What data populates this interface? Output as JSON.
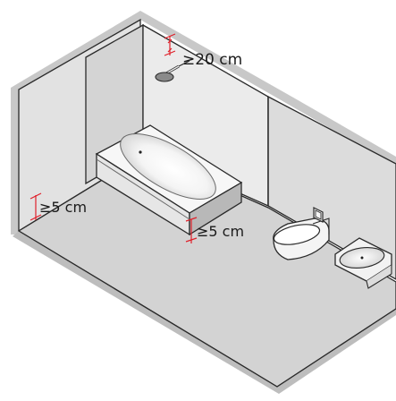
{
  "labels": {
    "shower_clearance": "≥20 cm",
    "wall_clearance": "≥5 cm",
    "tub_clearance": "≥5 cm"
  },
  "colors": {
    "background": "#ffffff",
    "floor": "#d6d6d6",
    "wall": "#dedede",
    "outline": "#1a1a1a",
    "border_shadow": "#bdbdbd",
    "dimension_marks": "#e0202a",
    "fixture_fill": "#f2f2f2"
  },
  "icons": [
    "shower-head-icon",
    "bathtub-icon",
    "toilet-icon",
    "washbasin-icon",
    "flush-plate-icon"
  ]
}
